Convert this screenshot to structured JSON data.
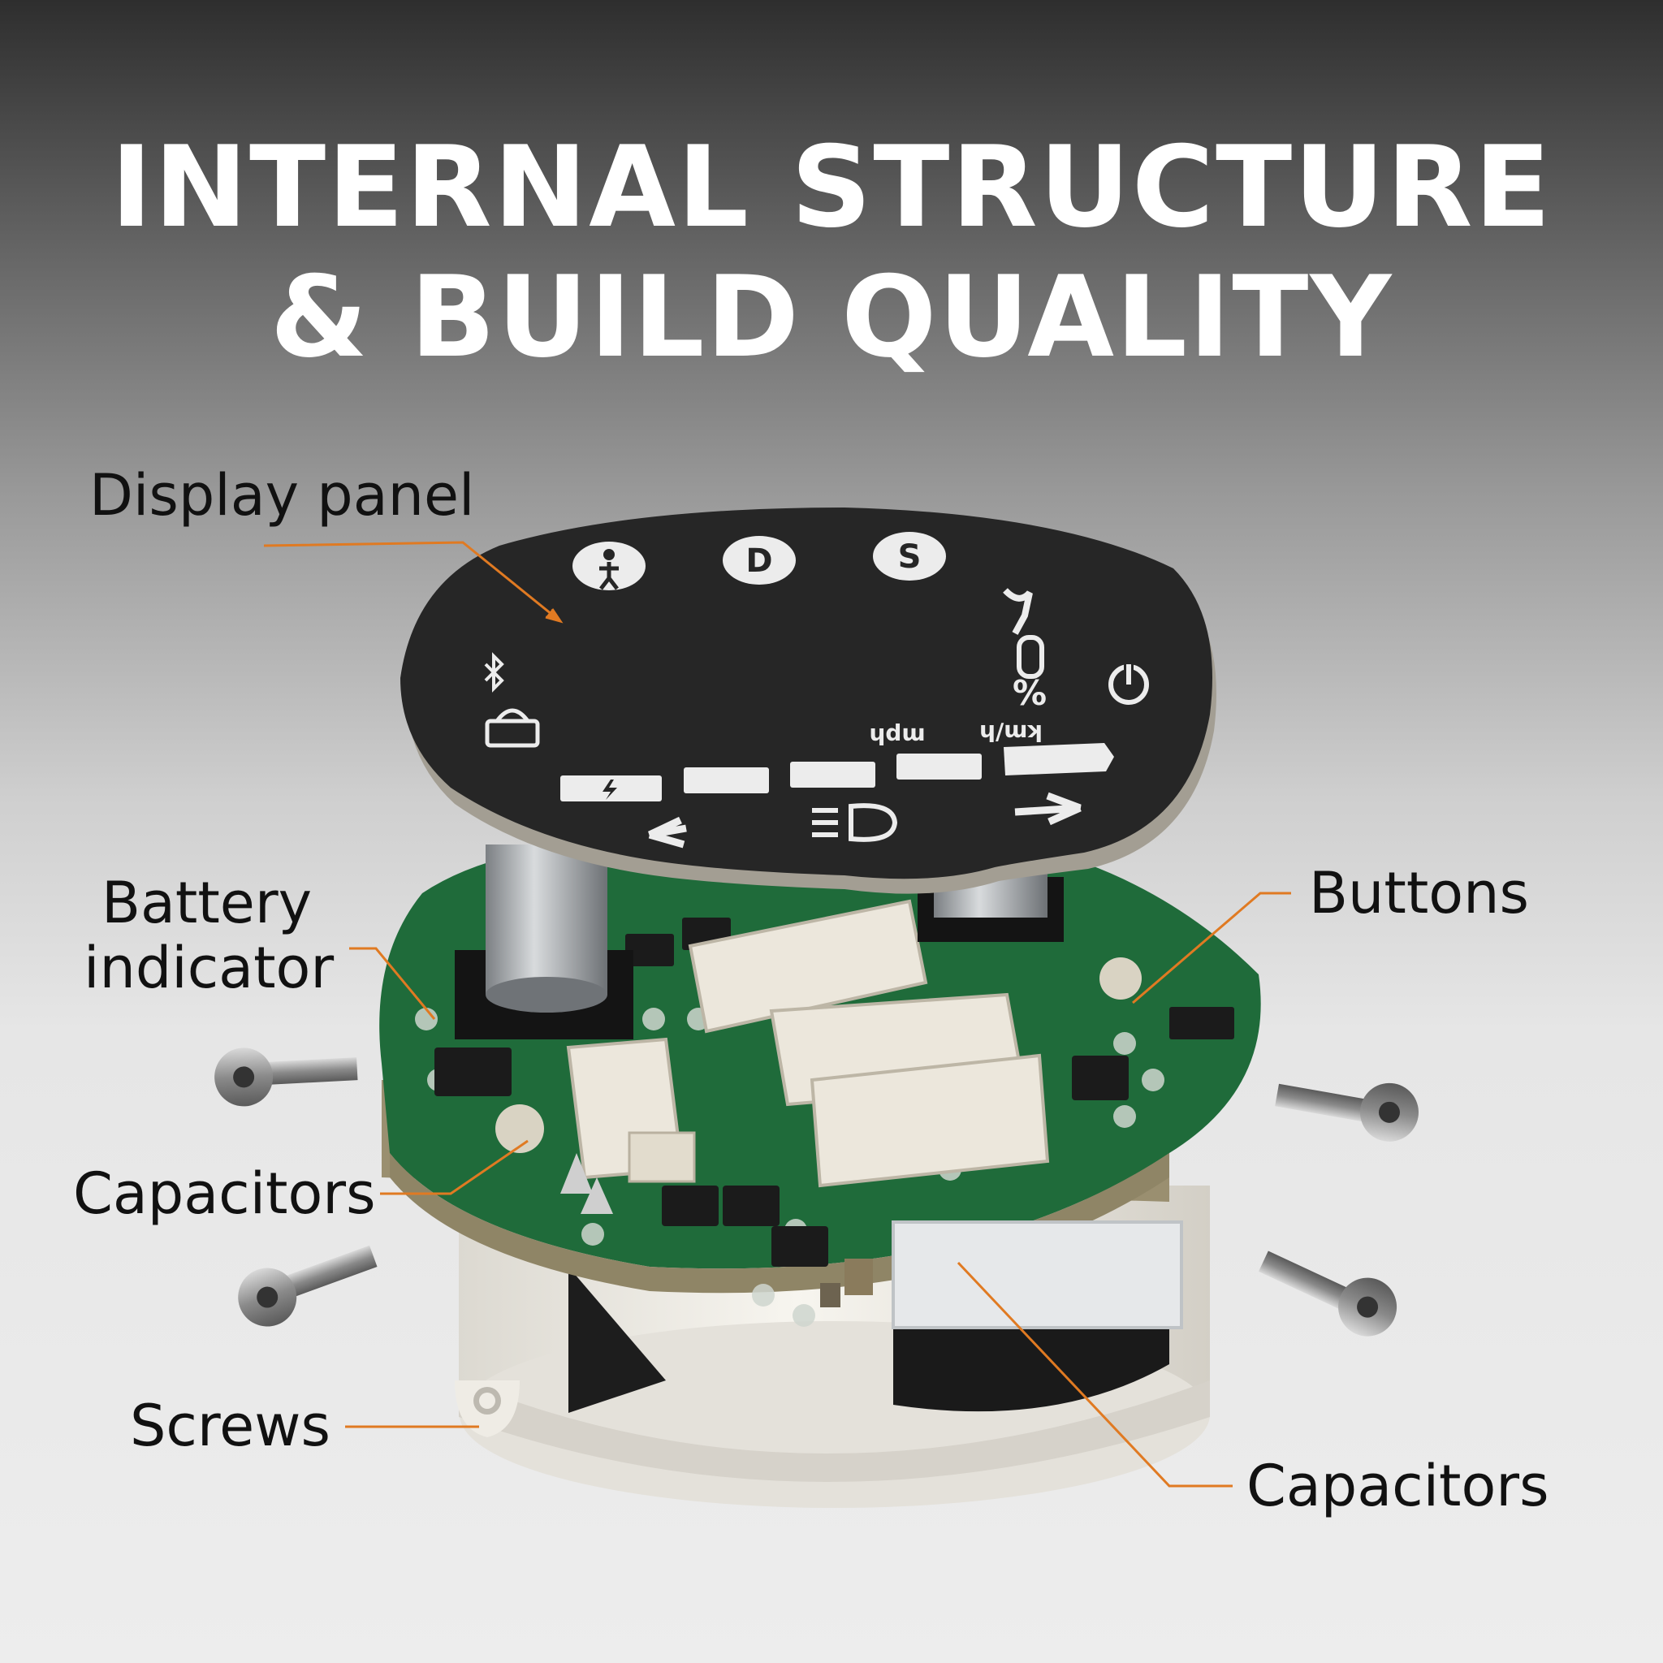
{
  "heading": {
    "line1": "INTERNAL STRUCTURE",
    "line2": "& BUILD QUALITY"
  },
  "callouts": {
    "display_panel": "Display panel",
    "battery_indicator_1": "Battery",
    "battery_indicator_2": "indicator",
    "buttons": "Buttons",
    "capacitors_left": "Capacitors",
    "screws": "Screws",
    "capacitors_right": "Capacitors"
  },
  "panel_markings": {
    "mode_walk": "walk-icon",
    "mode_d": "D",
    "mode_s": "S",
    "unit_kmh": "km/h",
    "unit_mph": "mph",
    "percent": "%"
  },
  "colors": {
    "callout_line": "#e07a22",
    "pcb_green": "#1f6b3a",
    "panel_black": "#262626",
    "housing_white": "#f2f0ea"
  },
  "icons": [
    "bluetooth-icon",
    "lock-icon",
    "wrench-icon",
    "power-icon",
    "headlight-icon",
    "arrow-left-icon",
    "arrow-right-icon",
    "bolt-icon",
    "screw-icon"
  ]
}
